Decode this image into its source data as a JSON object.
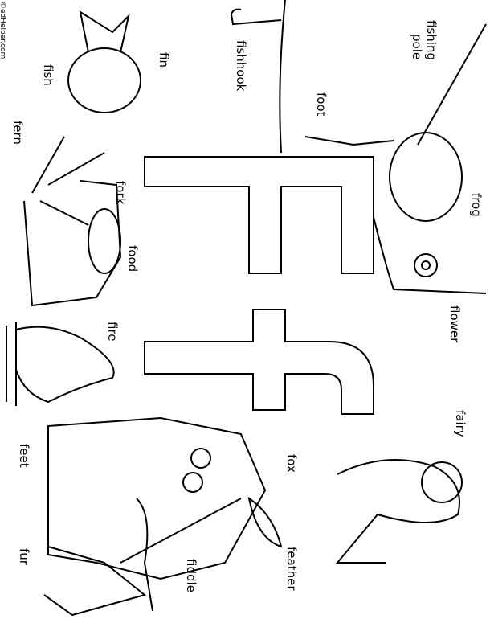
{
  "copyright": "©edHelper.com",
  "letters": {
    "upper": "F",
    "lower": "f"
  },
  "labels": {
    "fishing_pole": [
      "fishing",
      "pole"
    ],
    "fishhook": "fishhook",
    "fin": "fin",
    "fish": "fish",
    "foot": "foot",
    "fern": "fern",
    "fork": "fork",
    "food": "food",
    "frog": "frog",
    "flower": "flower",
    "fire": "fire",
    "fairy": "fairy",
    "fox": "fox",
    "feet": "feet",
    "feather": "feather",
    "fiddle": "fiddle",
    "fur": "fur"
  }
}
